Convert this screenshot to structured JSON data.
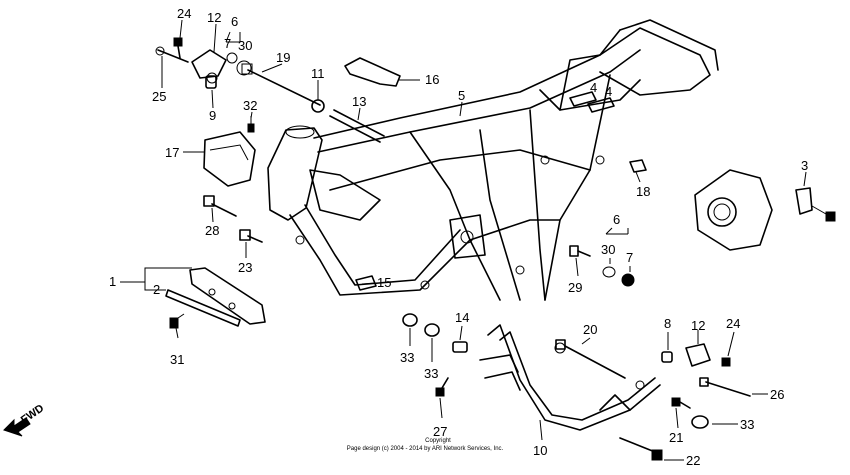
{
  "diagram": {
    "callouts": [
      {
        "id": "c24a",
        "label": "24"
      },
      {
        "id": "c12a",
        "label": "12"
      },
      {
        "id": "c6a",
        "label": "6"
      },
      {
        "id": "c7a",
        "label": "7"
      },
      {
        "id": "c30a",
        "label": "30"
      },
      {
        "id": "c19",
        "label": "19"
      },
      {
        "id": "c11",
        "label": "11"
      },
      {
        "id": "c16",
        "label": "16"
      },
      {
        "id": "c25",
        "label": "25"
      },
      {
        "id": "c9",
        "label": "9"
      },
      {
        "id": "c32",
        "label": "32"
      },
      {
        "id": "c13",
        "label": "13"
      },
      {
        "id": "c5",
        "label": "5"
      },
      {
        "id": "c4a",
        "label": "4"
      },
      {
        "id": "c4b",
        "label": "4"
      },
      {
        "id": "c17",
        "label": "17"
      },
      {
        "id": "c28",
        "label": "28"
      },
      {
        "id": "c23",
        "label": "23"
      },
      {
        "id": "c1",
        "label": "1"
      },
      {
        "id": "c2",
        "label": "2"
      },
      {
        "id": "c31",
        "label": "31"
      },
      {
        "id": "c15",
        "label": "15"
      },
      {
        "id": "c18",
        "label": "18"
      },
      {
        "id": "c3",
        "label": "3"
      },
      {
        "id": "c6b",
        "label": "6"
      },
      {
        "id": "c30b",
        "label": "30"
      },
      {
        "id": "c7b",
        "label": "7"
      },
      {
        "id": "c29",
        "label": "29"
      },
      {
        "id": "c14",
        "label": "14"
      },
      {
        "id": "c33a",
        "label": "33"
      },
      {
        "id": "c33b",
        "label": "33"
      },
      {
        "id": "c20",
        "label": "20"
      },
      {
        "id": "c8",
        "label": "8"
      },
      {
        "id": "c12b",
        "label": "12"
      },
      {
        "id": "c24b",
        "label": "24"
      },
      {
        "id": "c26",
        "label": "26"
      },
      {
        "id": "c33c",
        "label": "33"
      },
      {
        "id": "c21",
        "label": "21"
      },
      {
        "id": "c27",
        "label": "27"
      },
      {
        "id": "c10",
        "label": "10"
      },
      {
        "id": "c22",
        "label": "22"
      }
    ],
    "fwd_label": "FWD",
    "copyright_line1": "Copyright",
    "copyright_line2": "Page design (c) 2004 - 2014 by ARI Network Services, Inc."
  }
}
